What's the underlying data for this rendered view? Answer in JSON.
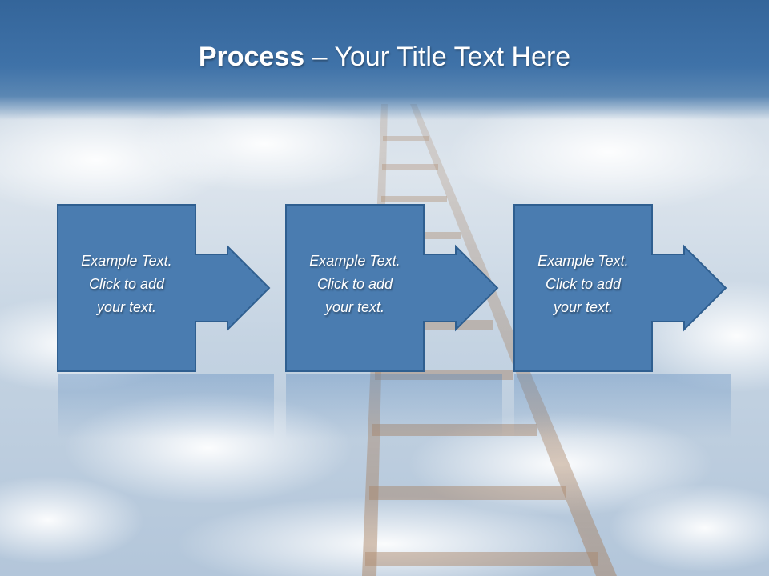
{
  "slide": {
    "title_bold": "Process",
    "title_rest": " – Your Title Text Here",
    "steps": [
      {
        "line1": "Example Text.",
        "line2": "Click  to add",
        "line3": "your text."
      },
      {
        "line1": "Example Text.",
        "line2": "Click  to add",
        "line3": "your text."
      },
      {
        "line1": "Example Text.",
        "line2": "Click  to add",
        "line3": "your text."
      }
    ]
  },
  "colors": {
    "header": "#3f72a8",
    "box_fill": "#4a7cb0",
    "box_border": "#2f5f90",
    "ladder": "#a57c5a"
  },
  "icons": {
    "arrow": "right-arrow-icon",
    "background": "sky-ladder-image"
  }
}
